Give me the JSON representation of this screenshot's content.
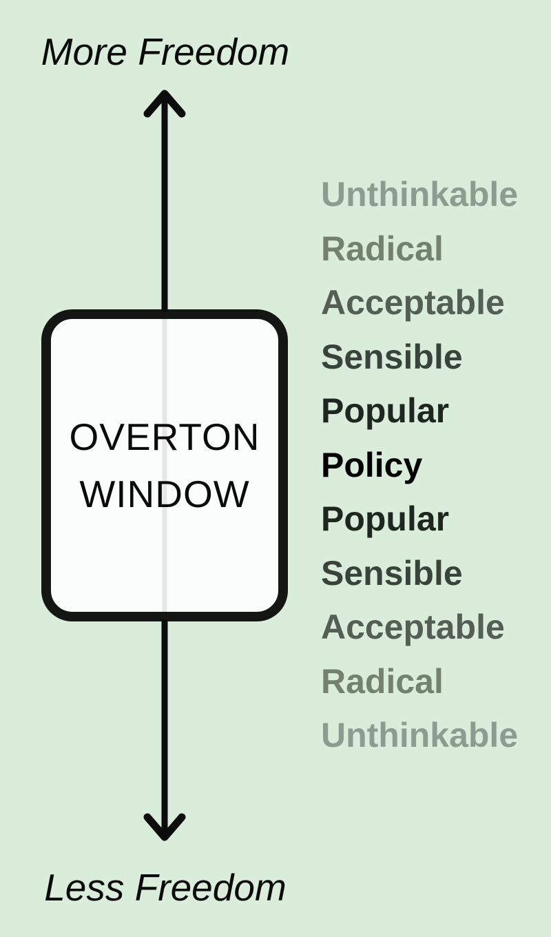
{
  "background_color": "#d9edda",
  "axis": {
    "top_label": "More Freedom",
    "bottom_label": "Less Freedom",
    "arrow_color": "#0c0c0c"
  },
  "window_box": {
    "line1": "OVERTON",
    "line2": "WINDOW",
    "fill": "#fbfdfc",
    "border_color": "#131613",
    "inner_line_color": "#e7e7e8"
  },
  "ladder": {
    "items": [
      {
        "label": "Unthinkable",
        "color": "#8d9c90"
      },
      {
        "label": "Radical",
        "color": "#74816f"
      },
      {
        "label": "Acceptable",
        "color": "#545e54"
      },
      {
        "label": "Sensible",
        "color": "#3a433b"
      },
      {
        "label": "Popular",
        "color": "#1f261f"
      },
      {
        "label": "Policy",
        "color": "#000000"
      },
      {
        "label": "Popular",
        "color": "#1f261f"
      },
      {
        "label": "Sensible",
        "color": "#3a433b"
      },
      {
        "label": "Acceptable",
        "color": "#545e54"
      },
      {
        "label": "Radical",
        "color": "#74816f"
      },
      {
        "label": "Unthinkable",
        "color": "#8d9c90"
      }
    ]
  }
}
